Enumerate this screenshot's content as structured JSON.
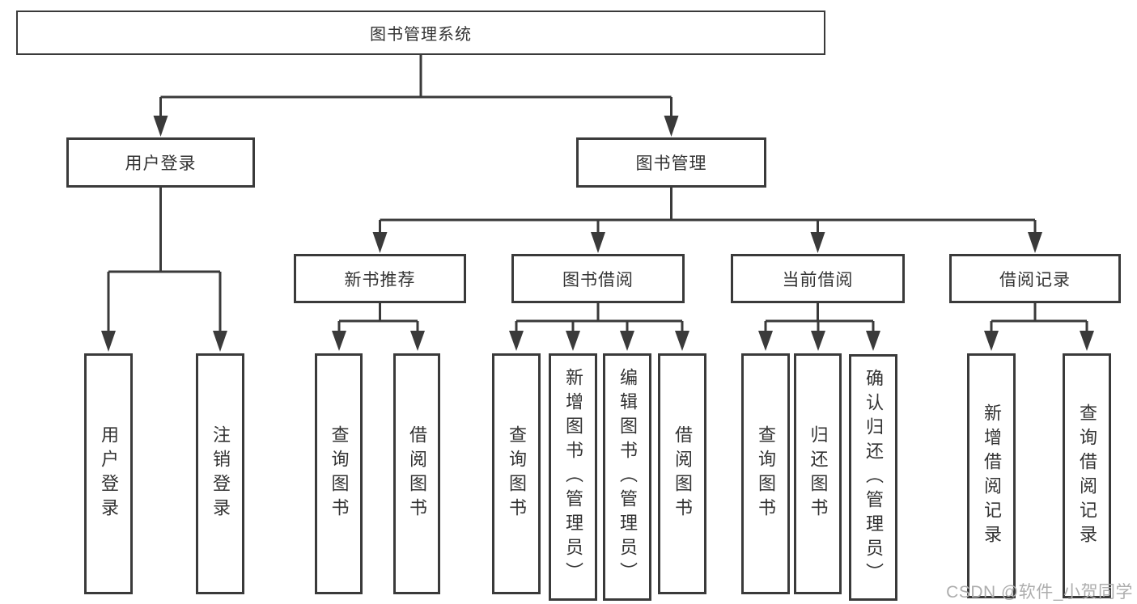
{
  "diagram": {
    "title": "图书管理系统",
    "branches": [
      {
        "label": "用户登录",
        "children": [
          {
            "label": "用户登录"
          },
          {
            "label": "注销登录"
          }
        ]
      },
      {
        "label": "图书管理",
        "children": [
          {
            "label": "新书推荐",
            "children": [
              {
                "label": "查询图书"
              },
              {
                "label": "借阅图书"
              }
            ]
          },
          {
            "label": "图书借阅",
            "children": [
              {
                "label": "查询图书"
              },
              {
                "label": "新增图书（管理员）"
              },
              {
                "label": "编辑图书（管理员）"
              },
              {
                "label": "借阅图书"
              }
            ]
          },
          {
            "label": "当前借阅",
            "children": [
              {
                "label": "查询图书"
              },
              {
                "label": "归还图书"
              },
              {
                "label": "确认归还（管理员）"
              }
            ]
          },
          {
            "label": "借阅记录",
            "children": [
              {
                "label": "新增借阅记录"
              },
              {
                "label": "查询借阅记录"
              }
            ]
          }
        ]
      }
    ]
  },
  "watermark": "CSDN @软件_小贺同学",
  "colors": {
    "line": "#3a3a3a",
    "text": "#333333",
    "watermark": "#adadad",
    "background": "#ffffff"
  }
}
